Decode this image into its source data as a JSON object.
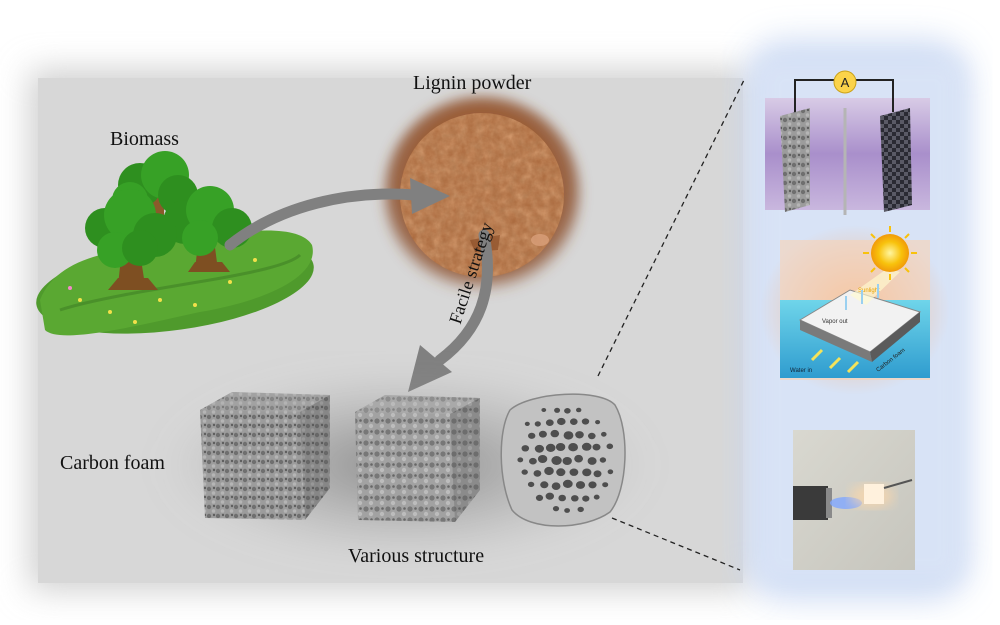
{
  "labels": {
    "biomass": "Biomass",
    "lignin_powder": "Lignin powder",
    "facile_strategy": "Facile strategy",
    "carbon_foam": "Carbon foam",
    "various_structure": "Various structure"
  },
  "applications": {
    "electrochem": {
      "meter_symbol": "A"
    },
    "solar": {
      "sunlight": "Sunlight",
      "vapor_out": "Vapor out",
      "water_in": "Water in",
      "foam": "Carbon foam"
    }
  },
  "colors": {
    "panel_bg": "#d6d6d6",
    "arrow": "#7d7d7d",
    "glow": "#c9d8f3",
    "lignin": "#a8653a",
    "grass": "#4f9a2c",
    "foam": "#8a8a8a",
    "purple_bath": "#b39ad0",
    "sun": "#f8c20c"
  }
}
